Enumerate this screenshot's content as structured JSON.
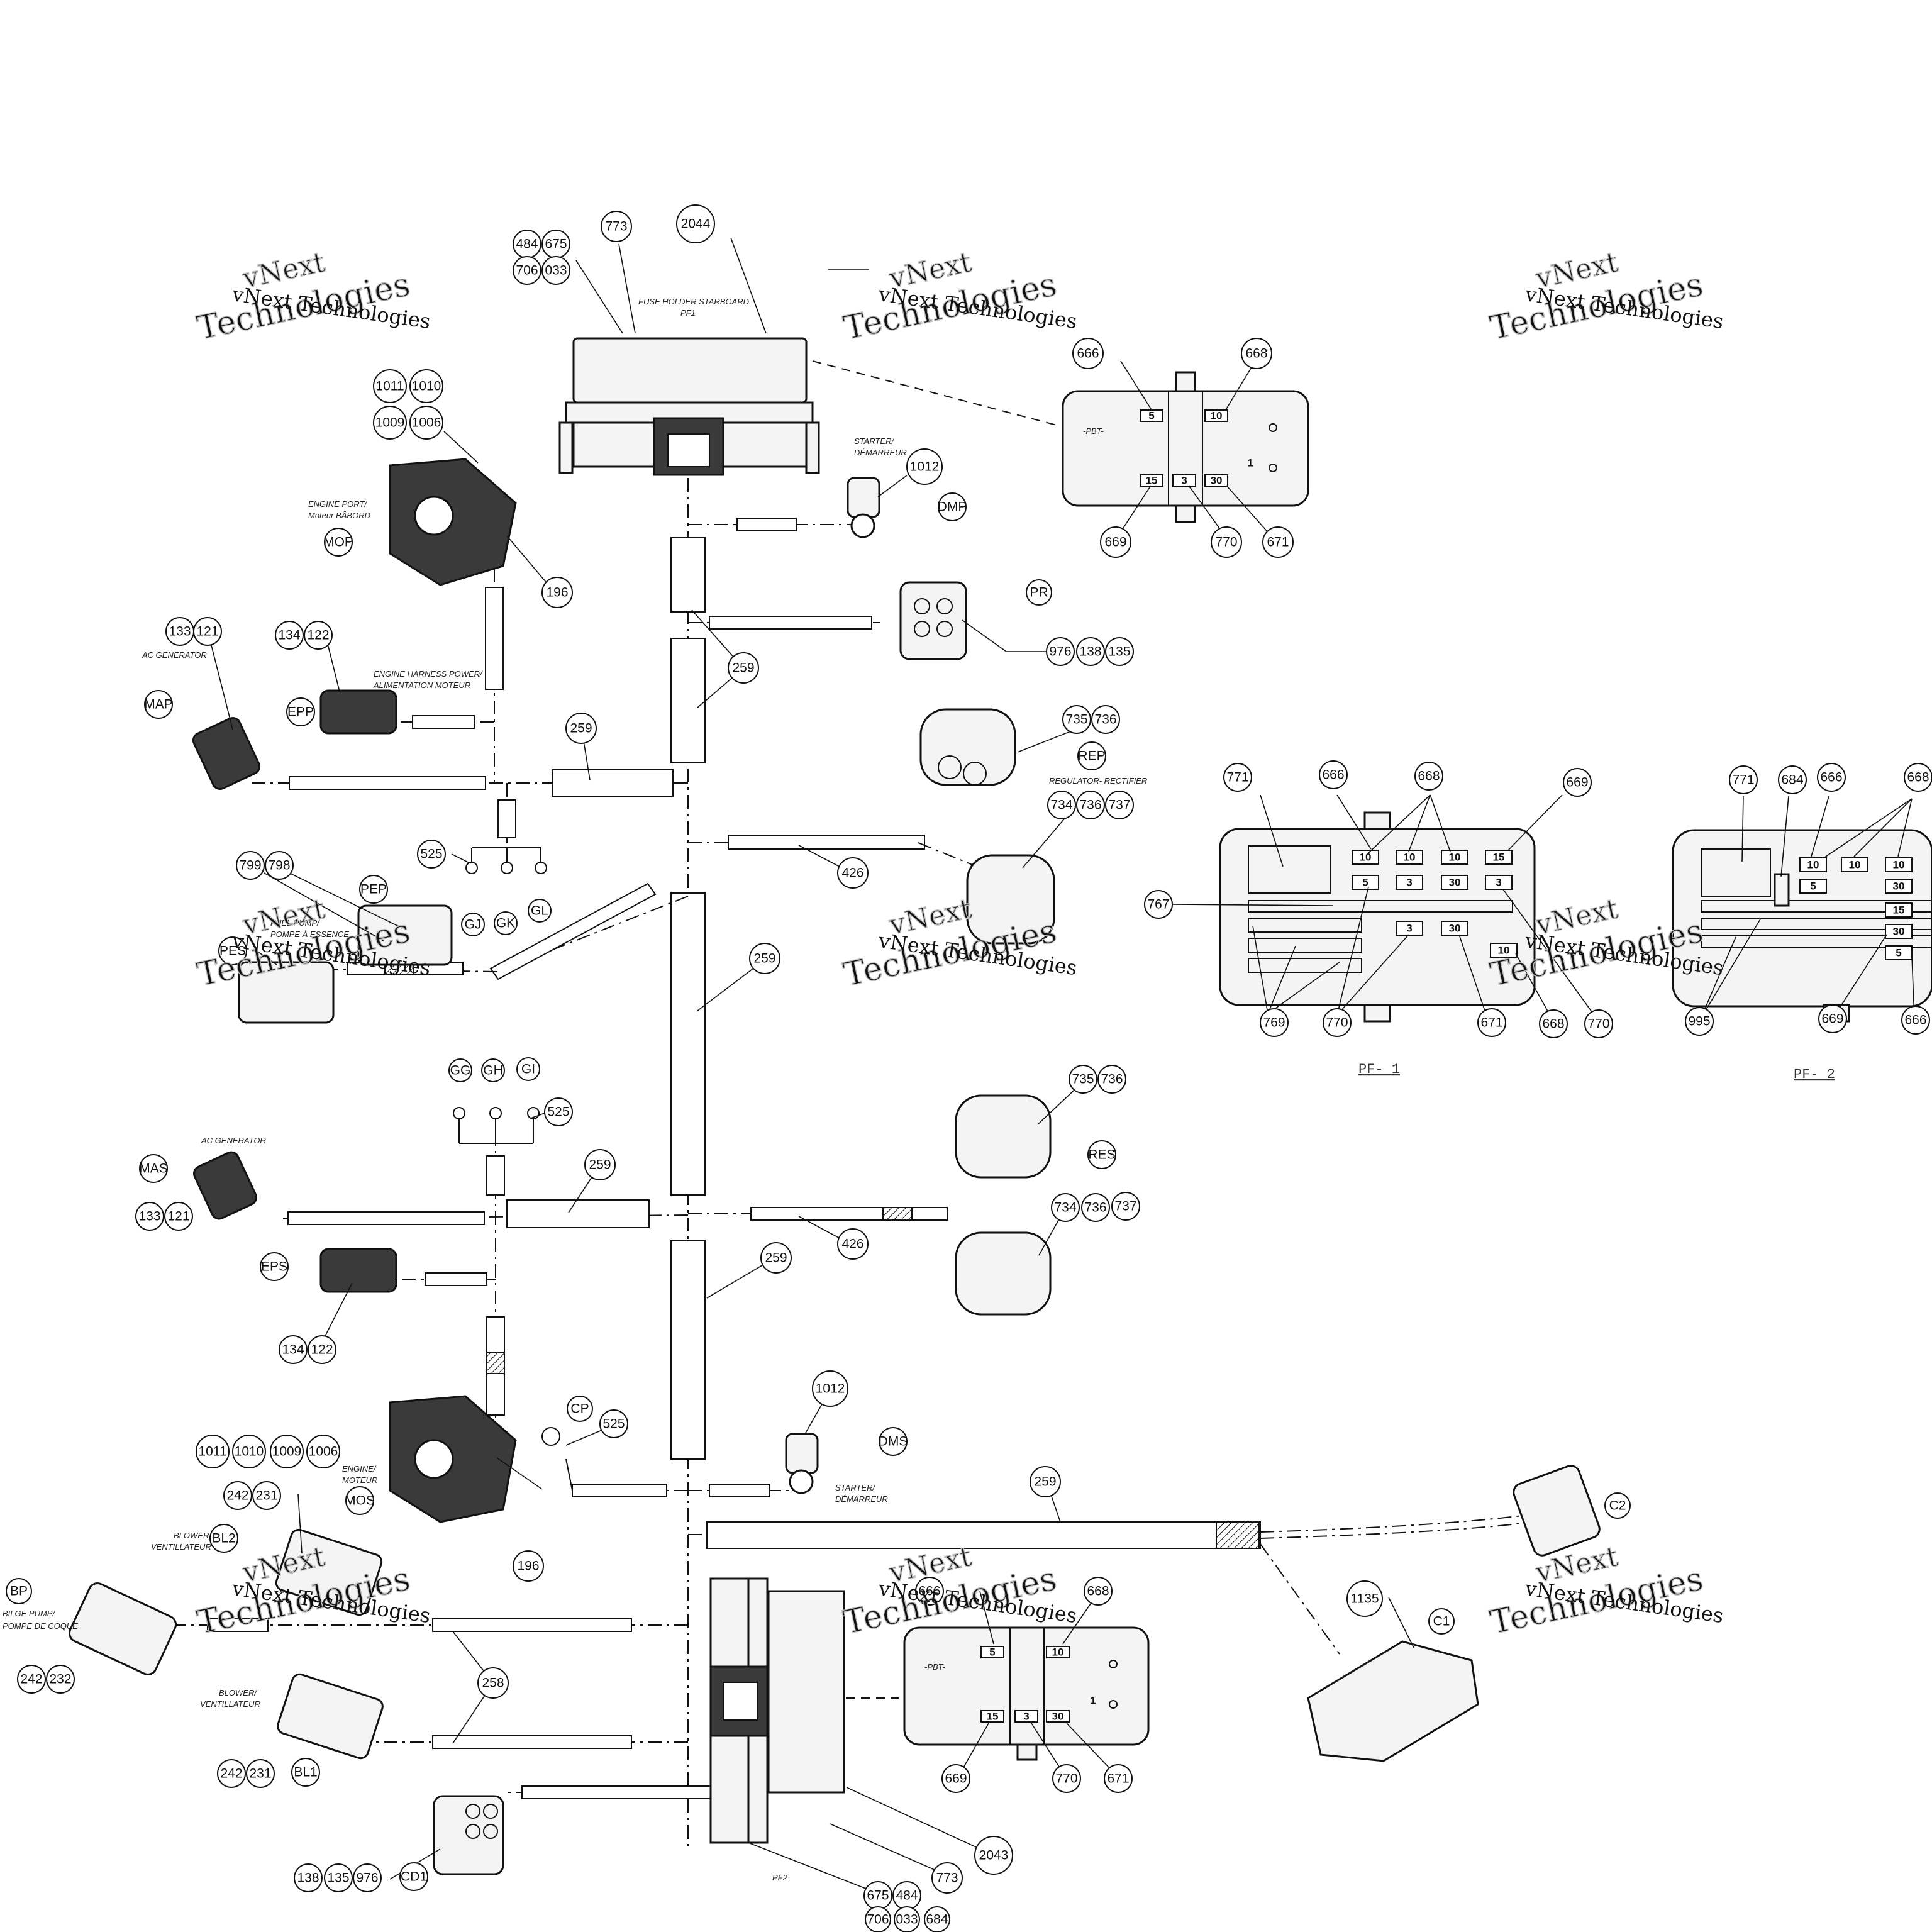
{
  "watermark": {
    "line1": "vNext",
    "line2": "Technologies",
    "full": "vNext Technologies"
  },
  "captions": {
    "fuse_holder_starboard": "FUSE HOLDER STARBOARD",
    "pf1_small": "PF1",
    "pf2_small": "PF2",
    "starter_1": "STARTER/",
    "demarreur_1": "DÉMARREUR",
    "starter_2": "STARTER/",
    "demarreur_2": "DÉMARREUR",
    "engine_port_1": "ENGINE PORT/",
    "engine_port_2": "Moteur BÂBORD",
    "engine_moteur_1": "ENGINE/",
    "engine_moteur_2": "MOTEUR",
    "ac_generator_1": "AC GENERATOR",
    "ac_generator_2": "AC GENERATOR",
    "engine_harness_1": "ENGINE HARNESS POWER/",
    "engine_harness_2": "ALIMENTATION MOTEUR",
    "fuel_pump_1": "FUEL PUMP/",
    "fuel_pump_2": "POMPE À ESSENCE",
    "regulator": "REGULATOR- RECTIFIER",
    "blower_1a": "BLOWER/",
    "blower_1b": "VENTILLATEUR",
    "blower_2a": "BLOWER/",
    "blower_2b": "VENTILLATEUR",
    "bilge_1": "BILGE PUMP/",
    "bilge_2": "POMPE DE COQUE",
    "pbt": "-PBT-"
  },
  "pf_labels": {
    "pf1": "PF- 1",
    "pf2": "PF- 2"
  },
  "slots": {
    "a5": "5",
    "a10": "10",
    "a15": "15",
    "a3": "3",
    "a30": "30",
    "one": "1",
    "b5": "5",
    "b10": "10",
    "b15": "15",
    "b3": "3",
    "b30": "30"
  },
  "bubbles": {
    "b484": "484",
    "b675": "675",
    "b706": "706",
    "b033": "033",
    "b773": "773",
    "b2044": "2044",
    "b666a": "666",
    "b668a": "668",
    "b669a": "669",
    "b770a": "770",
    "b671a": "671",
    "b1011a": "1011",
    "b1010a": "1010",
    "b1009a": "1009",
    "b1006a": "1006",
    "bMOP": "MOP",
    "b196a": "196",
    "b1012a": "1012",
    "bDMP": "DMP",
    "bPR": "PR",
    "b976a": "976",
    "b138a": "138",
    "b135a": "135",
    "b133a": "133",
    "b121a": "121",
    "bMAP": "MAP",
    "b134a": "134",
    "b122a": "122",
    "bEPP": "EPP",
    "b259a": "259",
    "b259b": "259",
    "b735a": "735",
    "b736a": "736",
    "bREP": "REP",
    "b734a": "734",
    "b736b": "736",
    "b737a": "737",
    "b525a": "525",
    "b426a": "426",
    "b799": "799",
    "b798": "798",
    "bPEP": "PEP",
    "bPES": "PES",
    "bGJ": "GJ",
    "bGK": "GK",
    "bGL": "GL",
    "b259c": "259",
    "b771a": "771",
    "b666b": "666",
    "b668b": "668",
    "b669b": "669",
    "b767": "767",
    "b769": "769",
    "b770b": "770",
    "b671b": "671",
    "b668c": "668",
    "b770c": "770",
    "b771b": "771",
    "b684a": "684",
    "b666c": "666",
    "b668d": "668",
    "b995": "995",
    "b669c": "669",
    "b666d": "666",
    "bGG": "GG",
    "bGH": "GH",
    "bGI": "GI",
    "b525b": "525",
    "bMAS": "MAS",
    "b133b": "133",
    "b121b": "121",
    "b259d": "259",
    "b735b": "735",
    "b736c": "736",
    "bRES": "RES",
    "b734b": "734",
    "b736d": "736",
    "b737b": "737",
    "b426b": "426",
    "b259e": "259",
    "bEPS": "EPS",
    "b134b": "134",
    "b122b": "122",
    "b1012b": "1012",
    "bCP": "CP",
    "b525c": "525",
    "bDMS": "DMS",
    "b1011b": "1011",
    "b1010b": "1010",
    "b1009b": "1009",
    "b1006b": "1006",
    "bMOS": "MOS",
    "b196b": "196",
    "b259f": "259",
    "bC2": "C2",
    "b242a": "242",
    "b231a": "231",
    "bBL2": "BL2",
    "bBP": "BP",
    "b242b": "242",
    "b232": "232",
    "b258": "258",
    "b666e": "666",
    "b668e": "668",
    "b1135": "1135",
    "bC1": "C1",
    "b242c": "242",
    "b231b": "231",
    "bBL1": "BL1",
    "b669d": "669",
    "b770d": "770",
    "b671c": "671",
    "b138b": "138",
    "b135b": "135",
    "b976b": "976",
    "bCD1": "CD1",
    "b2043": "2043",
    "b773b": "773",
    "b675b": "675",
    "b484b": "484",
    "b706b": "706",
    "b033b": "033",
    "b684b": "684"
  }
}
